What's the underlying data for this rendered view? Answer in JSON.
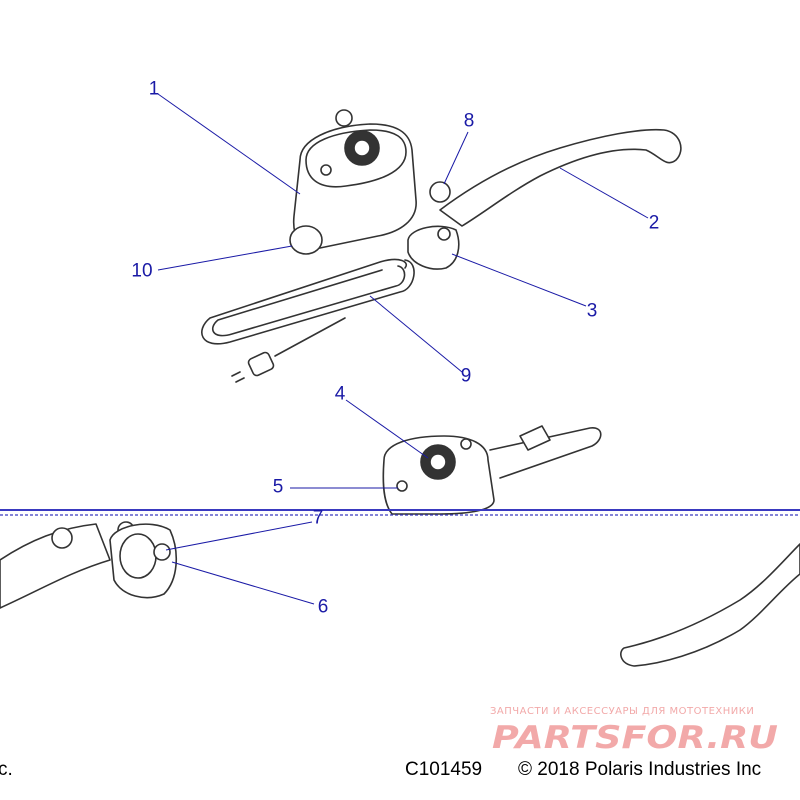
{
  "diagram_id": "C101459",
  "copyright": "© 2018 Polaris Industries Inc",
  "left_footer_fragment": "c.",
  "watermark": {
    "caption": "ЗАПЧАСТИ И АКСЕССУАРЫ ДЛЯ МОТОТЕХНИКИ",
    "logo_text": "PARTSFOR.RU"
  },
  "colors": {
    "callout": "#1a1aa6",
    "line": "#1a1aa6",
    "part_stroke": "#333333",
    "watermark": "#f2a9a9"
  },
  "callouts": [
    {
      "num": "1",
      "name": "reservoir-housing"
    },
    {
      "num": "2",
      "name": "clutch-lever"
    },
    {
      "num": "3",
      "name": "clamp-upper"
    },
    {
      "num": "4",
      "name": "reservoir-cover"
    },
    {
      "num": "5",
      "name": "cover-screw"
    },
    {
      "num": "6",
      "name": "clamp-lower"
    },
    {
      "num": "7",
      "name": "clamp-bolt"
    },
    {
      "num": "8",
      "name": "lever-pivot"
    },
    {
      "num": "9",
      "name": "switch-harness"
    },
    {
      "num": "10",
      "name": "cylinder-plug"
    }
  ]
}
